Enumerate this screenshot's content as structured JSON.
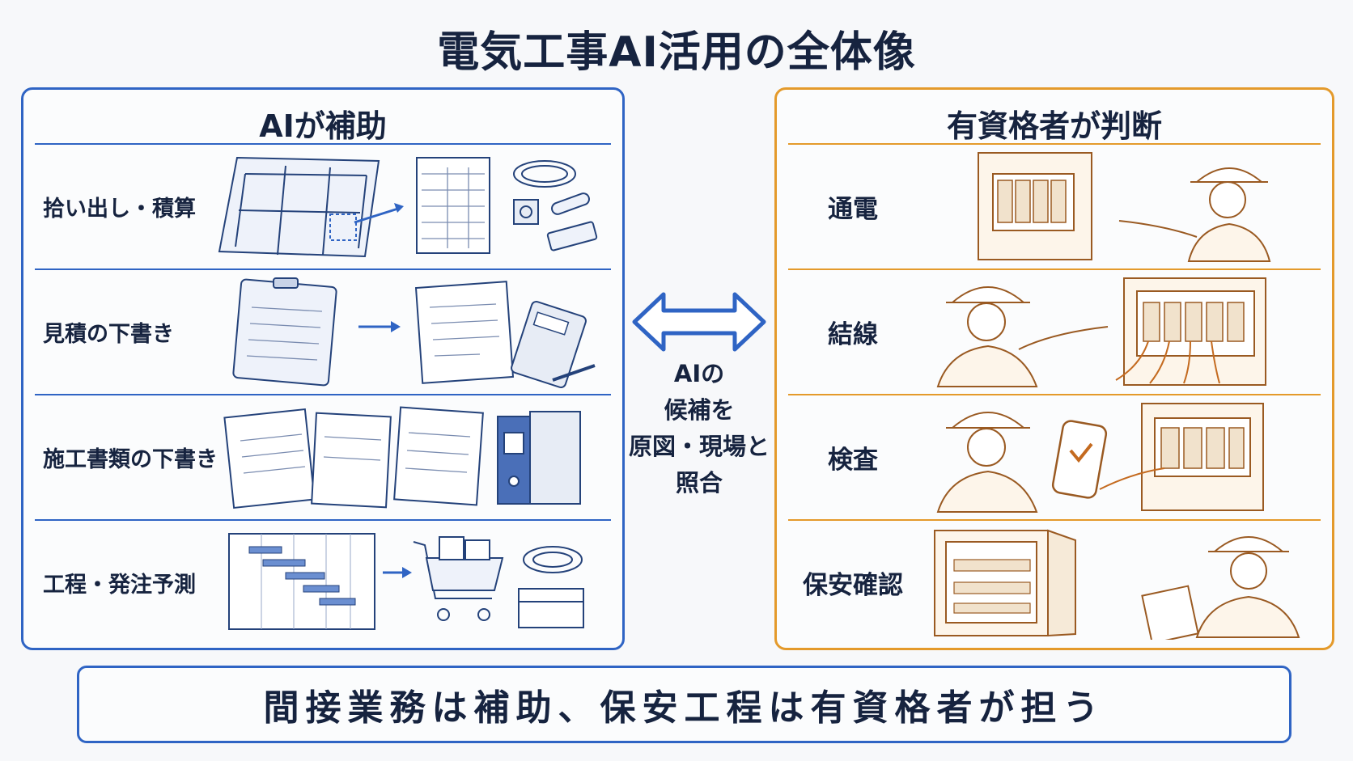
{
  "title": "電気工事AI活用の全体像",
  "left_panel": {
    "header": "AIが補助",
    "rows": [
      {
        "label": "拾い出し・積算"
      },
      {
        "label": "見積の下書き"
      },
      {
        "label": "施工書類の下書き"
      },
      {
        "label": "工程・発注予測"
      }
    ]
  },
  "right_panel": {
    "header": "有資格者が判断",
    "rows": [
      {
        "label": "通電"
      },
      {
        "label": "結線"
      },
      {
        "label": "検査"
      },
      {
        "label": "保安確認"
      }
    ]
  },
  "center": {
    "lines": [
      "AIの",
      "候補を",
      "原図・現場と",
      "照合"
    ]
  },
  "footer": "間接業務は補助、保安工程は有資格者が担う",
  "colors": {
    "ai_blue": "#2f64c4",
    "human_orange": "#e49a2b",
    "ink": "#16233f"
  }
}
